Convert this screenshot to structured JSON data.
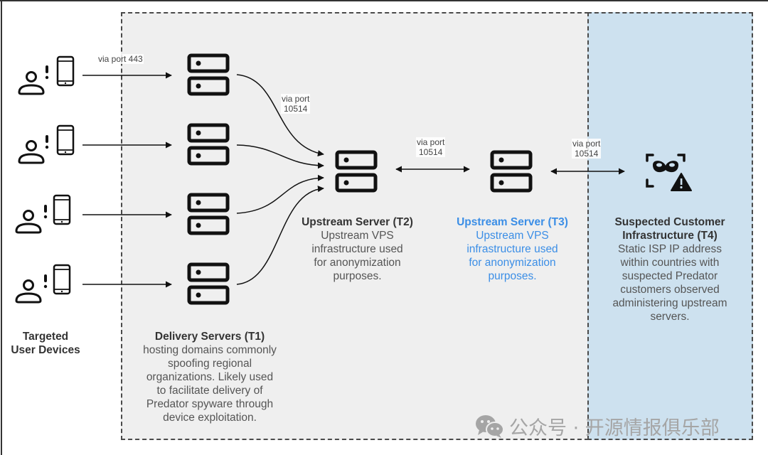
{
  "diagram": {
    "zones": [
      {
        "id": "delivery-zone",
        "fill": "#efefef"
      },
      {
        "id": "customer-zone",
        "fill": "#cde1ef"
      }
    ],
    "targeted_devices": {
      "title": "Targeted User Devices",
      "title_line1": "Targeted",
      "title_line2": "User Devices",
      "count": 4,
      "icons": [
        "person-icon",
        "alert-exclamation-icon",
        "smartphone-icon"
      ]
    },
    "ports": {
      "devices_to_t1": "via port 443",
      "t1_to_t2_line1": "via port",
      "t1_to_t2_line2": "10514",
      "t2_to_t3_line1": "via port",
      "t2_to_t3_line2": "10514",
      "t3_to_t4_line1": "via port",
      "t3_to_t4_line2": "10514"
    },
    "t1": {
      "title": "Delivery Servers (T1)",
      "description_lines": [
        "hosting domains commonly",
        "spoofing regional",
        "organizations. Likely used",
        "to facilitate delivery of",
        "Predator spyware through",
        "device exploitation."
      ],
      "server_count": 4
    },
    "t2": {
      "title": "Upstream Server (T2)",
      "description_lines": [
        "Upstream VPS",
        "infrastructure used",
        "for anonymization",
        "purposes."
      ]
    },
    "t3": {
      "title": "Upstream Server (T3)",
      "description_lines": [
        "Upstream VPS",
        "infrastructure used",
        "for anonymization",
        "purposes."
      ],
      "color": "#3b8ee6"
    },
    "t4": {
      "title_line1": "Suspected Customer",
      "title_line2": "Infrastructure (T4)",
      "description_lines": [
        "Static ISP IP address",
        "within countries with",
        "suspected Predator",
        "customers observed",
        "administering upstream",
        "servers."
      ],
      "icon": "masked-actor-warning-icon"
    }
  },
  "watermark": {
    "icon": "wechat-icon",
    "text": "公众号 · 开源情报俱乐部"
  }
}
